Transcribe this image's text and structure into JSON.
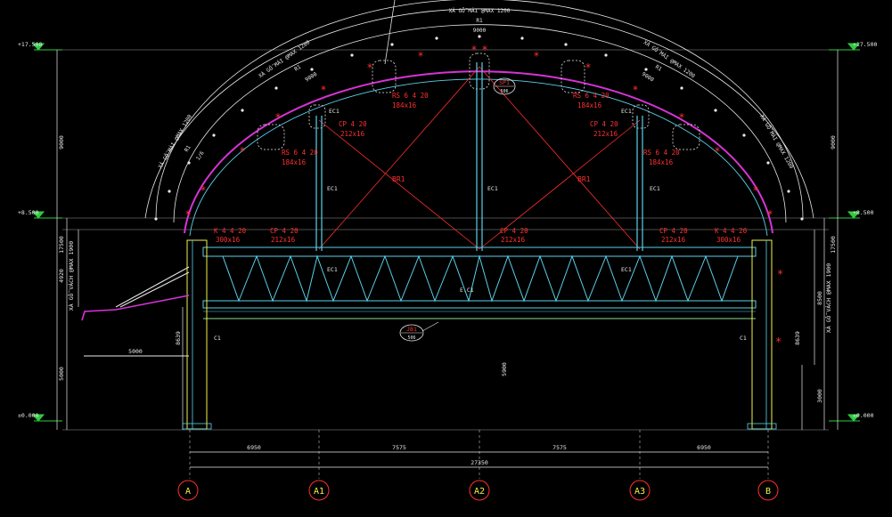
{
  "drawing": {
    "levels": {
      "top": "+17.500",
      "mid": "+8.500",
      "ground": "±0.000"
    },
    "grid_axes": [
      "A",
      "A1",
      "A2",
      "A3",
      "B"
    ],
    "arc_labels": {
      "crown_label": "XÀ GỖ MÁI @MAX 1200",
      "r1_top": "R1",
      "crown_dim": "9000",
      "left_upper_label": "XÀ GỖ MÁI @MAX 1200",
      "left_upper_r": "R1",
      "left_upper_dim": "9000",
      "right_upper_label": "XÀ GỖ MÁI @MAX 1200",
      "right_upper_r": "R1",
      "right_upper_dim": "9000",
      "left_lower_label": "XÀ GỖ MÁI @MAX 1200",
      "left_lower_r": "R1",
      "left_lower_dim": "1/6",
      "right_lower_label": "XÀ GỖ MÁI @MAX 1200"
    },
    "tags": {
      "sp1": "SP1",
      "sp1_sub": "506",
      "jb1": "JB1",
      "jb1_sub": "506",
      "br1": "BR1",
      "ec1": "EC1",
      "ec1_alt": "E.C1",
      "c1": "C1"
    },
    "red_labels": {
      "rs_left_top": "RS 6 4 20",
      "rs_left_top_dim": "184x16",
      "rs_left_low": "RS 6 4 20",
      "rs_left_low_dim": "184x16",
      "rs_right_top": "RS 6 4 20",
      "rs_right_top_dim": "184x16",
      "rs_right_low": "RS 6 4 20",
      "rs_right_low_dim": "184x16",
      "cp_left_top": "CP 4 20",
      "cp_left_top_dim": "212x16",
      "cp_right_top": "CP 4 20",
      "cp_right_top_dim": "212x16",
      "k_left": "K 4 4 20",
      "k_left_dim": "300x16",
      "cp_left_mid": "CP 4 20",
      "cp_left_mid_dim": "212x16",
      "cp_center_mid": "CP 4 20",
      "cp_center_mid_dim": "212x16",
      "cp_right_mid": "CP 4 20",
      "cp_right_mid_dim": "212x16",
      "k_right": "K 4 4 20",
      "k_right_dim": "300x16"
    },
    "vertical_dims": {
      "left_upper": "9000",
      "left_total": "17500",
      "left_mid": "4920",
      "left_vach": "XÀ GỖ VÁCH @MAX 1900",
      "left_low": "5000",
      "left_inner": "8639",
      "right_upper": "9000",
      "right_total": "17500",
      "right_mid": "8500",
      "right_vach": "XÀ GỖ VÁCH @MAX 1900",
      "right_low": "3000",
      "right_inner": "8639",
      "column_mid": "5900"
    },
    "horizontal_dims": {
      "canopy": "5000",
      "span_1": "6950",
      "span_2": "7575",
      "span_3": "7575",
      "span_4": "6950",
      "total": "27350"
    }
  }
}
